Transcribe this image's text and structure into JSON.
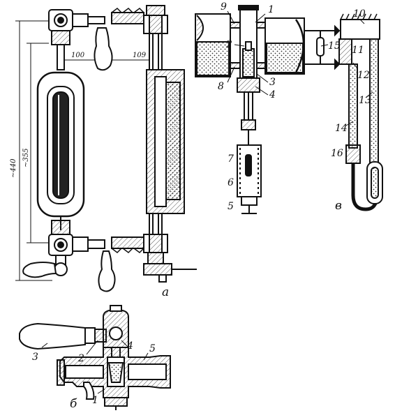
{
  "panels": {
    "a": "а",
    "b": "б",
    "v": "в"
  },
  "dimensions": {
    "overall_height": "~440",
    "glass_length": "~355",
    "handle_offset": "100",
    "frame_width": "109"
  },
  "labels_top_middle": [
    "1",
    "2",
    "3",
    "4",
    "5",
    "6",
    "7",
    "8",
    "9"
  ],
  "labels_top_right": [
    "10",
    "11",
    "12",
    "13",
    "14",
    "15",
    "16"
  ],
  "labels_bottom": [
    "1",
    "2",
    "3",
    "4",
    "5"
  ],
  "colors": {
    "ink": "#111111",
    "hatch": "#555555",
    "paper": "#ffffff"
  }
}
